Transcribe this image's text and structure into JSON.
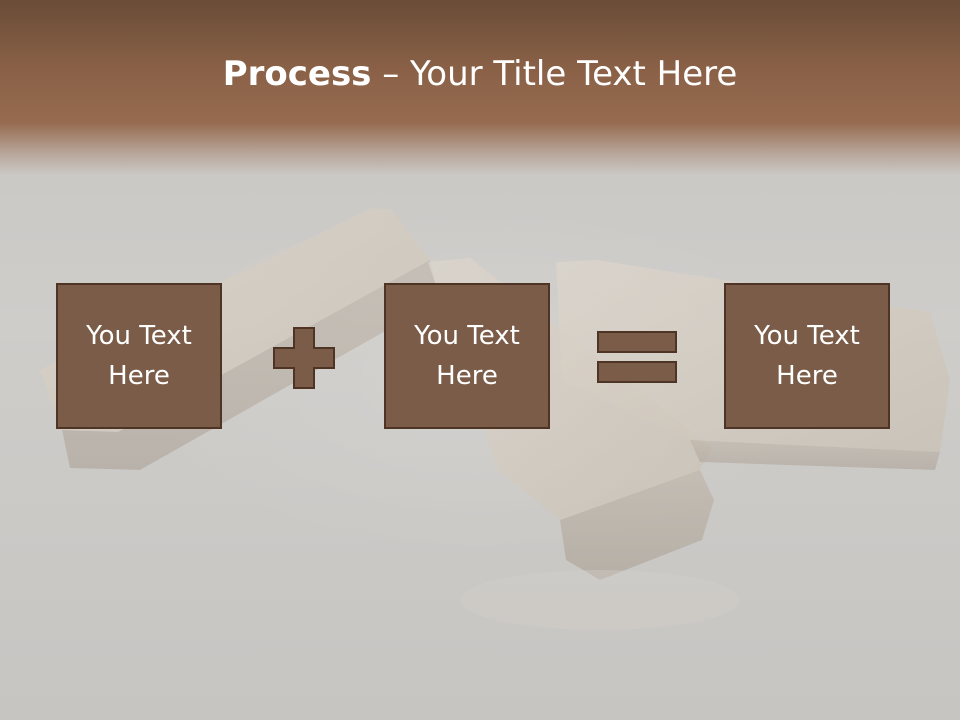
{
  "title": {
    "bold": "Process",
    "rest": " – Your Title Text Here"
  },
  "boxes": [
    {
      "text": "You Text Here"
    },
    {
      "text": "You Text Here"
    },
    {
      "text": "You Text Here"
    }
  ],
  "operators": {
    "first": "plus-icon",
    "second": "equals-icon"
  },
  "colors": {
    "header": "#8a6147",
    "box_fill": "#7a5c48",
    "box_border": "#4e3424",
    "background": "#c9c7c3"
  }
}
